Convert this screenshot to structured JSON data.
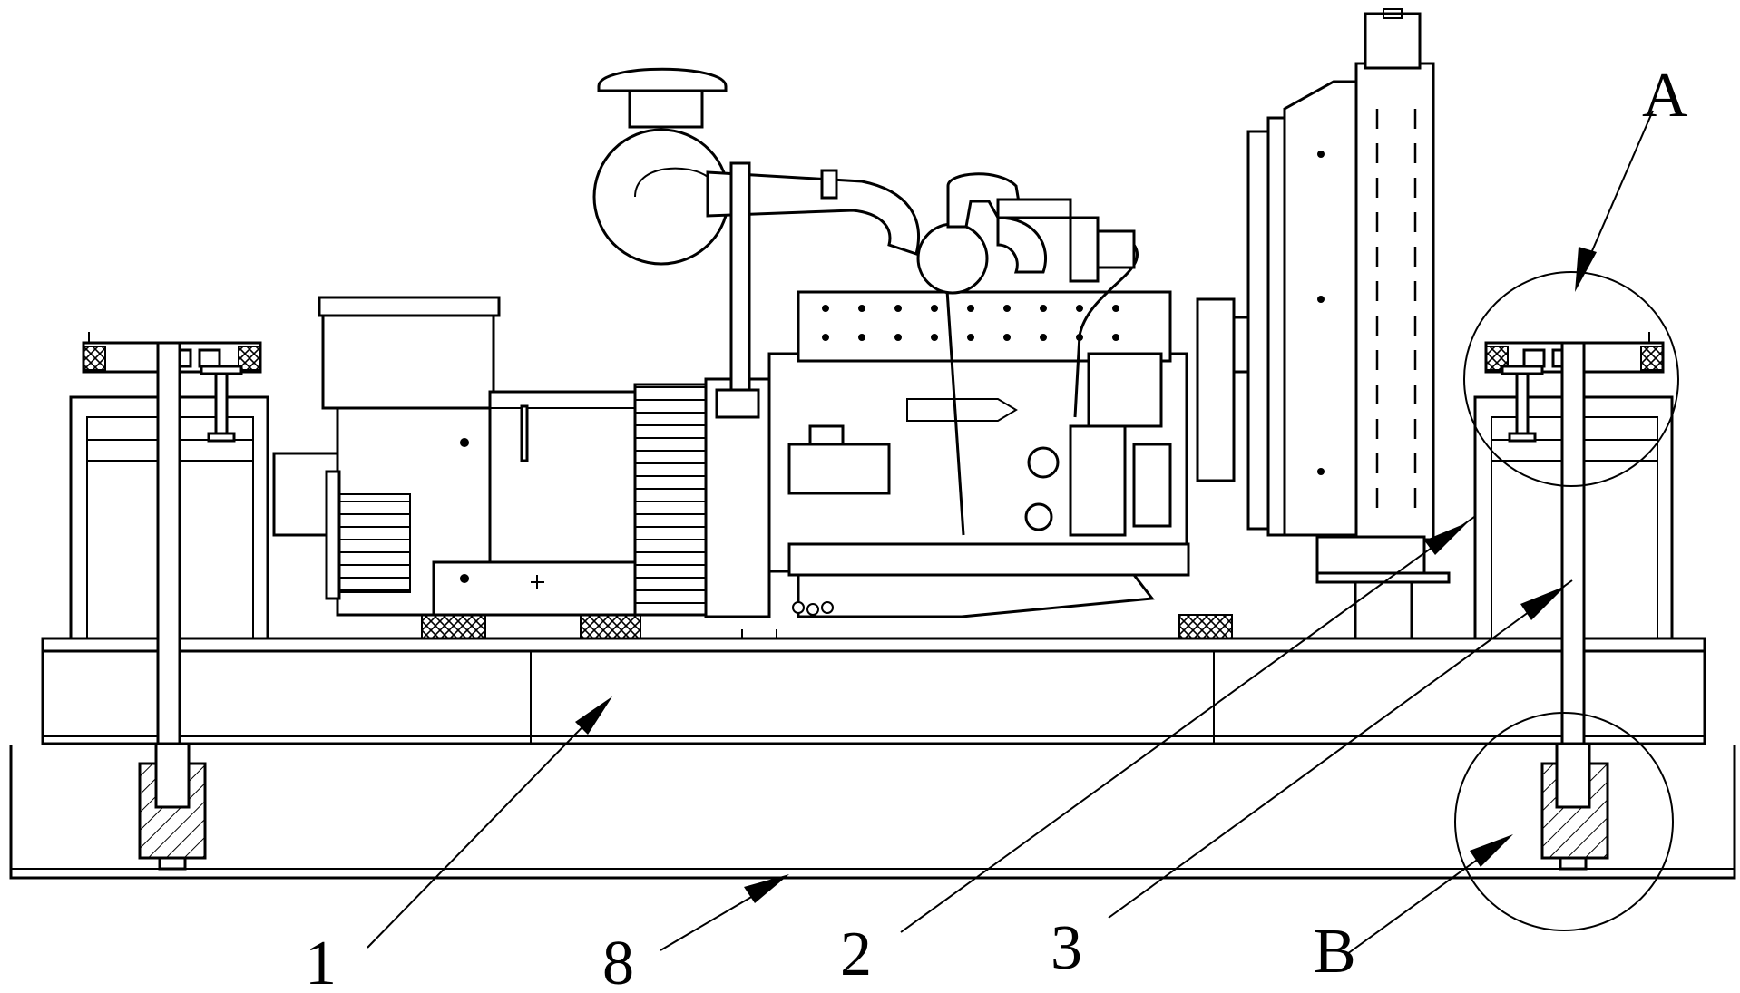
{
  "callouts": {
    "c1": "1",
    "c8": "8",
    "c2": "2",
    "c3": "3",
    "cB": "B",
    "cA": "A"
  },
  "colors": {
    "line": "#000000",
    "background": "#ffffff"
  }
}
